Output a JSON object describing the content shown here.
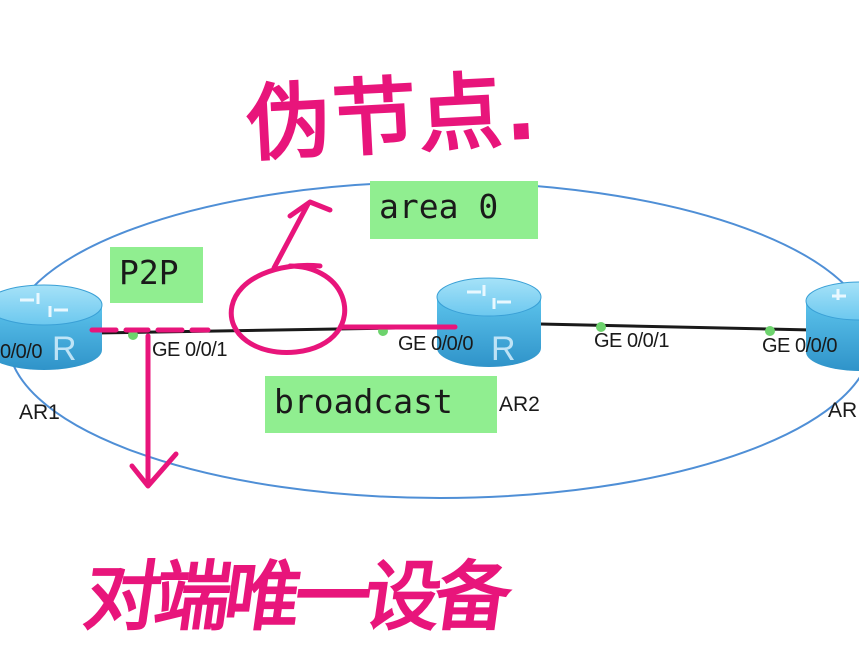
{
  "area_label": "area 0",
  "p2p_label": "P2P",
  "broadcast_label": "broadcast",
  "devices": [
    {
      "name": "AR1"
    },
    {
      "name": "AR2"
    },
    {
      "name": "AR"
    }
  ],
  "ports": {
    "ar1_left": "0/0/0",
    "ar1_right": "GE 0/0/1",
    "ar2_left": "GE 0/0/0",
    "ar2_right": "GE 0/0/1",
    "ar3_left": "GE 0/0/0"
  },
  "annotations": {
    "top": "伪节点.",
    "bottom": "对端唯一设备"
  },
  "colors": {
    "ellipse": "#4f8fd6",
    "link": "#1a1a1a",
    "port_dot": "#6dd36d",
    "label_bg": "#90ee90",
    "ink": "#e8157b",
    "router_body": "#47b1e1",
    "router_top": "#7fd0f2"
  }
}
